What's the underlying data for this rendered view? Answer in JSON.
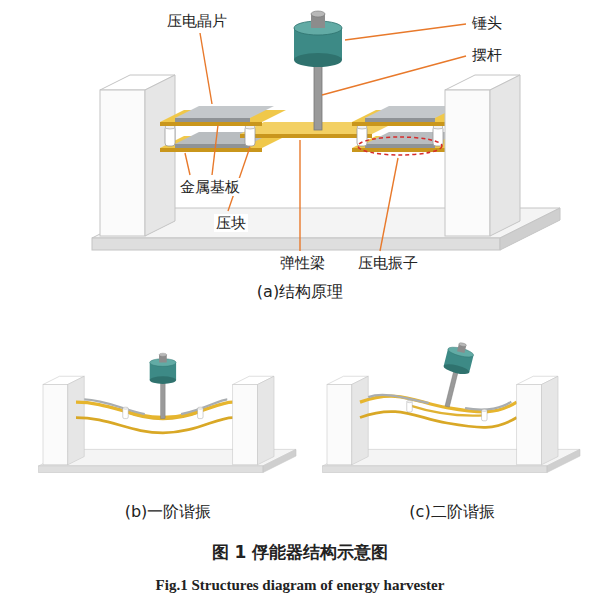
{
  "diagram": {
    "caption": "图 1 俘能器结构示意图",
    "labels": [
      "压电晶片",
      "锤头",
      "摆杆",
      "金属基板",
      "压块",
      "弹性梁",
      "压电振子",
      "(a)结构原理",
      "(b)一阶谐振",
      "(c)二阶谐振",
      "Fig.1 Structures diagram of energy harvester"
    ]
  }
}
